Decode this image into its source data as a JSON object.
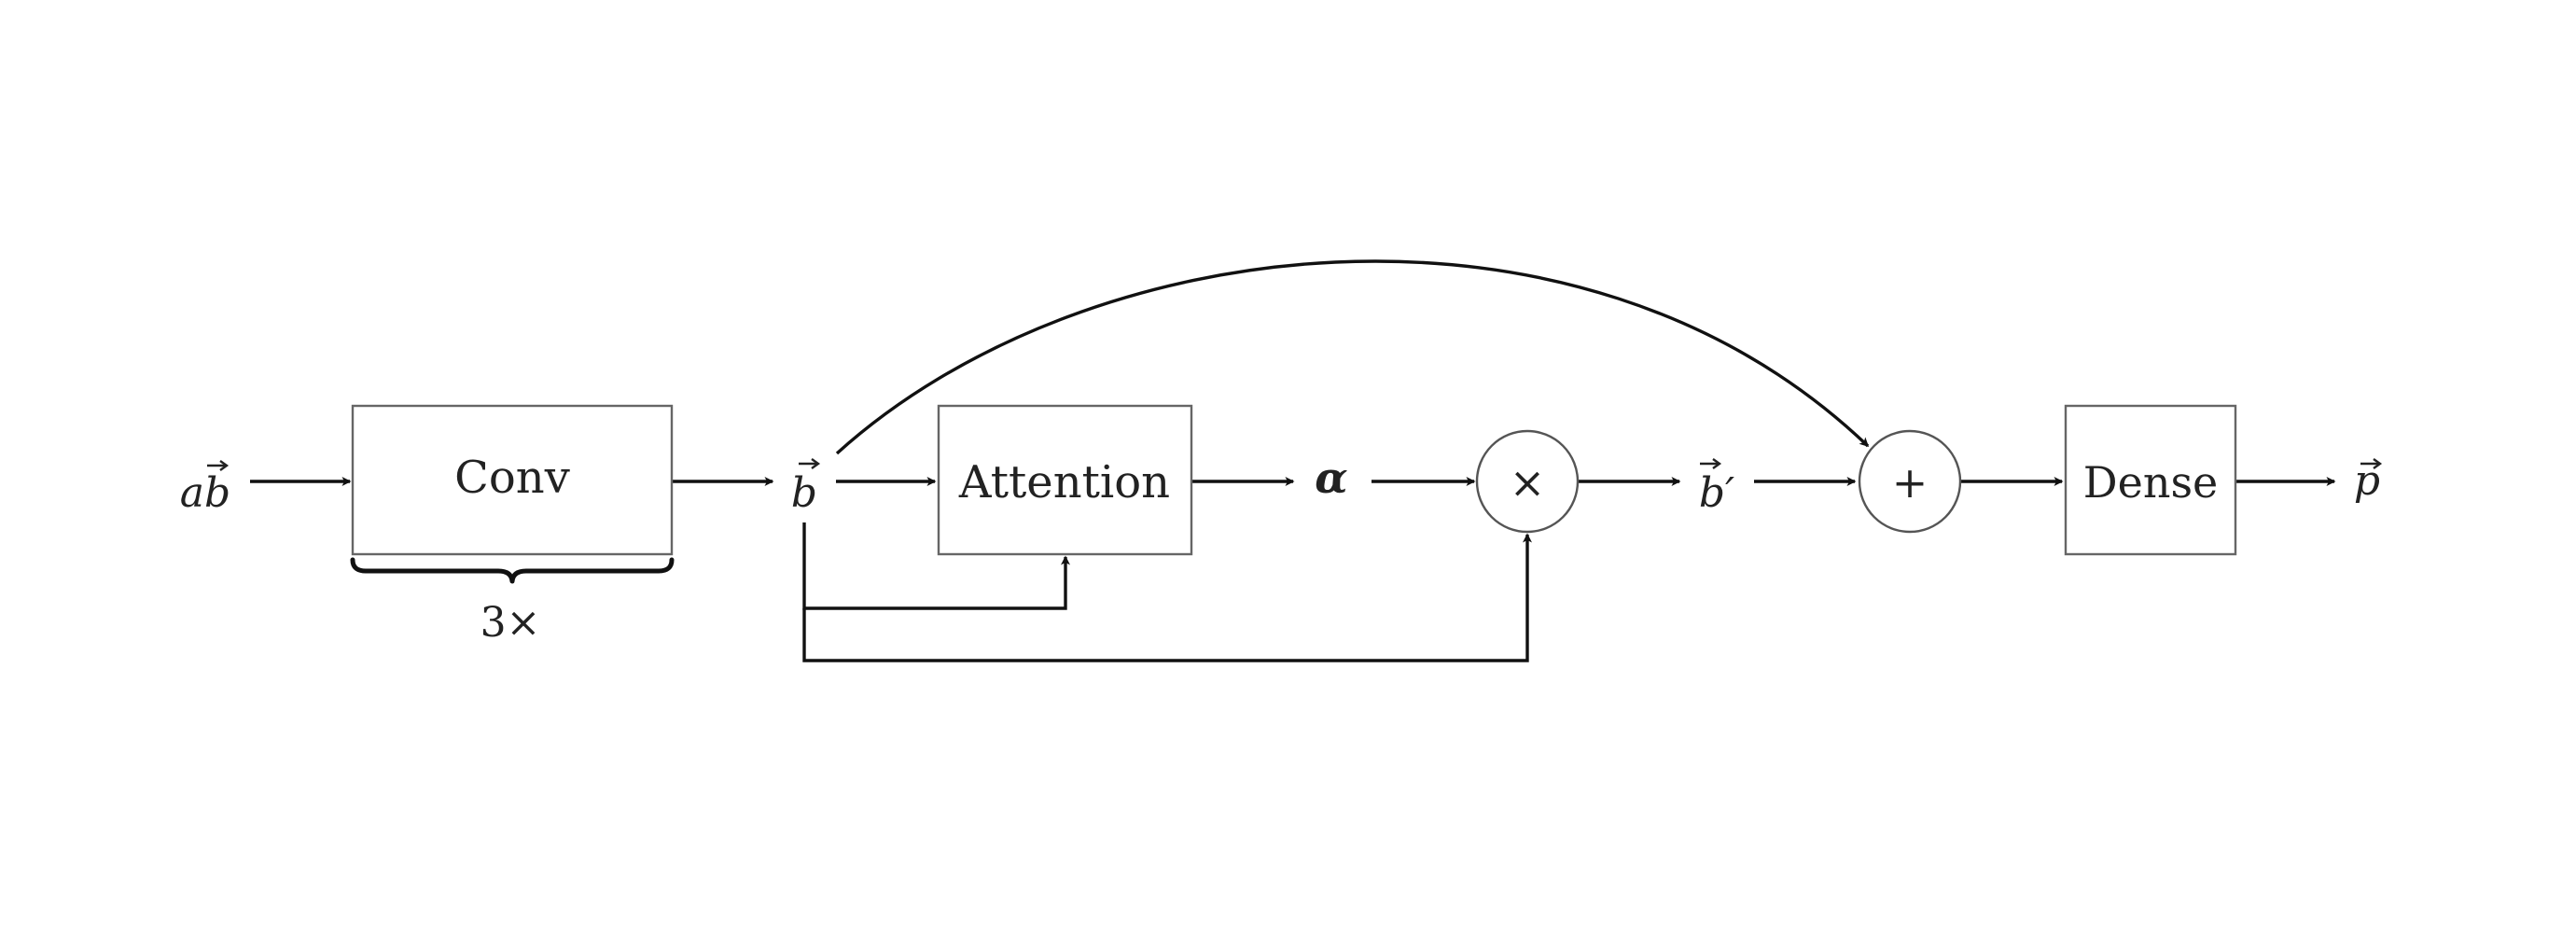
{
  "diagram": {
    "input_label": "ab",
    "conv_label": "Conv",
    "repeat_label": "3×",
    "b_label": "b",
    "attention_label": "Attention",
    "alpha_label": "α",
    "multiply_symbol": "×",
    "b_prime_label": "b′",
    "add_symbol": "+",
    "dense_label": "Dense",
    "output_label": "p"
  },
  "colors": {
    "stroke": "#111111",
    "box_border": "#666666",
    "text": "#222222",
    "background": "#ffffff"
  }
}
